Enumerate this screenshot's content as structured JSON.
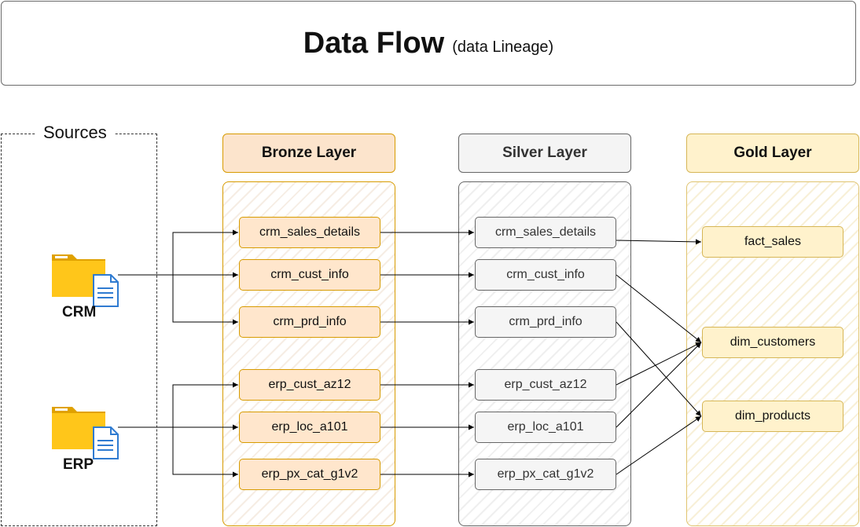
{
  "title": {
    "main": "Data Flow",
    "sub": "(data Lineage)"
  },
  "sources": {
    "label": "Sources",
    "crm": "CRM",
    "erp": "ERP"
  },
  "layers": {
    "bronze": "Bronze Layer",
    "silver": "Silver Layer",
    "gold": "Gold Layer"
  },
  "bronze_tables": [
    "crm_sales_details",
    "crm_cust_info",
    "crm_prd_info",
    "erp_cust_az12",
    "erp_loc_a101",
    "erp_px_cat_g1v2"
  ],
  "silver_tables": [
    "crm_sales_details",
    "crm_cust_info",
    "crm_prd_info",
    "erp_cust_az12",
    "erp_loc_a101",
    "erp_px_cat_g1v2"
  ],
  "gold_tables": [
    "fact_sales",
    "dim_customers",
    "dim_products"
  ],
  "icons": {
    "folder": "folder-icon",
    "document": "document-icon"
  },
  "colors": {
    "bronze_fill": "#ffe6cc",
    "bronze_stroke": "#d79b00",
    "silver_fill": "#f5f5f5",
    "silver_stroke": "#666666",
    "gold_fill": "#fff2cc",
    "gold_stroke": "#d6b656"
  }
}
